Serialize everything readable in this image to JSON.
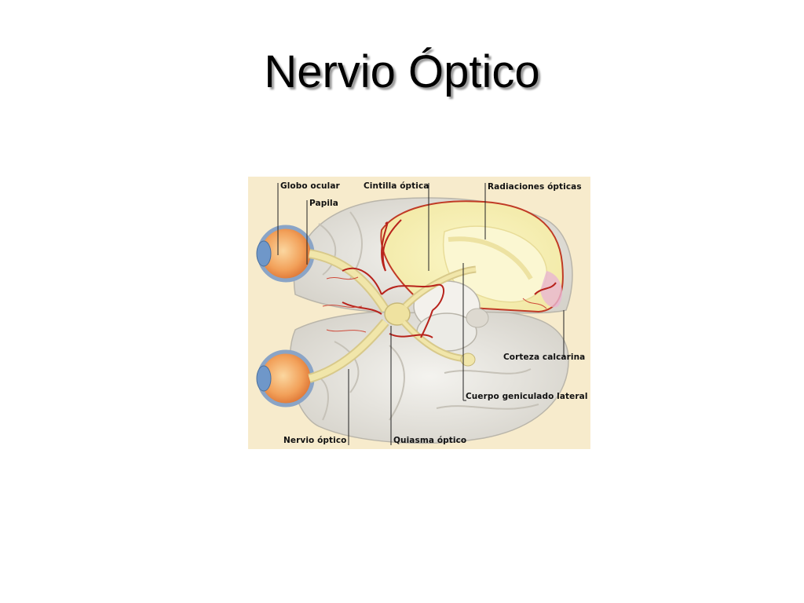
{
  "slide": {
    "title": "Nervio Óptico"
  },
  "diagram": {
    "labels": {
      "globo_ocular": "Globo ocular",
      "papila": "Papila",
      "cintilla_optica": "Cintilla óptica",
      "radiaciones_opticas": "Radiaciones ópticas",
      "corteza_calcarina": "Corteza calcarina",
      "cuerpo_geniculado_lateral": "Cuerpo geniculado lateral",
      "nervio_optico": "Nervio óptico",
      "quiasma_optico": "Quiasma óptico"
    },
    "colors": {
      "background": "#f7ebcc",
      "brain_gray": "#e4e2dc",
      "nerve_yellow": "#f0e3a2",
      "artery_red": "#b8231c",
      "eye_orange": "#f08c45"
    }
  }
}
